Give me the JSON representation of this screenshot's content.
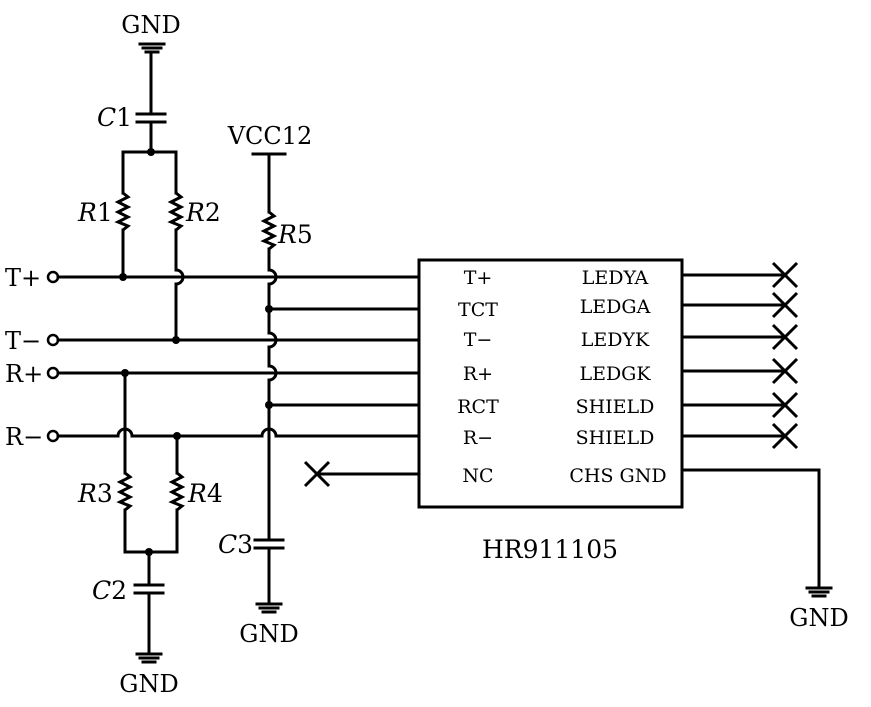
{
  "diagram": {
    "part_number": "HR911105",
    "left_pins": [
      "T+",
      "TCT",
      "T−",
      "R+",
      "RCT",
      "R−",
      "NC"
    ],
    "right_pins": [
      "LEDYA",
      "LEDGA",
      "LEDYK",
      "LEDGK",
      "SHIELD",
      "SHIELD",
      "CHS GND"
    ],
    "terminals": {
      "tplus": "T+",
      "tminus": "T−",
      "rplus": "R+",
      "rminus": "R−"
    },
    "power": {
      "gnd_top": "GND",
      "vcc": "VCC12",
      "gnd_c2": "GND",
      "gnd_c3": "GND",
      "gnd_chs": "GND"
    },
    "components": {
      "c1": {
        "letter": "C",
        "number": "1"
      },
      "c2": {
        "letter": "C",
        "number": "2"
      },
      "c3": {
        "letter": "C",
        "number": "3"
      },
      "r1": {
        "letter": "R",
        "number": "1"
      },
      "r2": {
        "letter": "R",
        "number": "2"
      },
      "r3": {
        "letter": "R",
        "number": "3"
      },
      "r4": {
        "letter": "R",
        "number": "4"
      },
      "r5": {
        "letter": "R",
        "number": "5"
      }
    }
  }
}
